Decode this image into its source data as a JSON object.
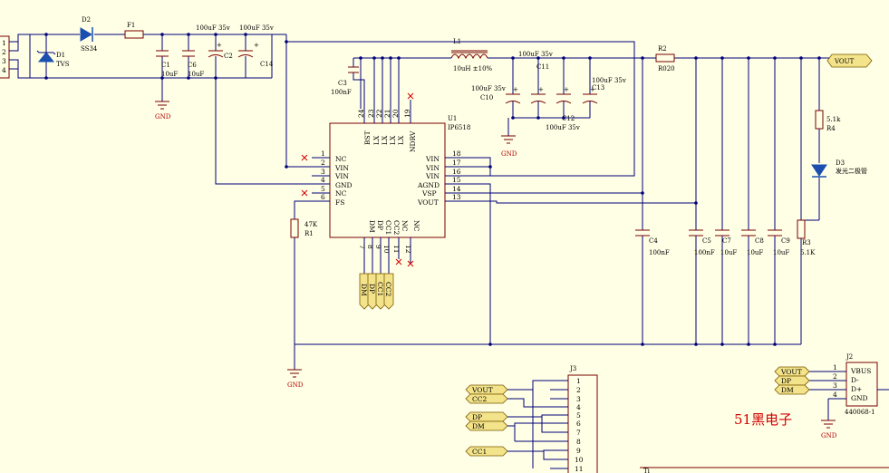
{
  "labels": {
    "d2": "D2",
    "d2_part": "SS34",
    "d1": "D1",
    "d1_part": "TVS",
    "f1": "F1",
    "c1": "C1",
    "c1_val": "10uF",
    "c6": "C6",
    "c6_val": "10uF",
    "c2": "C2",
    "c2_val": "100uF 35v",
    "c14": "C14",
    "c14_val": "100uF 35v",
    "gnd": "GND",
    "l1": "L1",
    "l1_val": "10uH ±10%",
    "c3": "C3",
    "c3_val": "100nF",
    "c10": "C10",
    "c10_val": "100uF 35v",
    "c11": "C11",
    "c11_val": "100uF 35v",
    "c12": "C12",
    "c12_val": "100uF 35v",
    "c13": "C13",
    "c13_val": "100uF 35v",
    "r2": "R2",
    "r2_val": "R020",
    "vout": "VOUT",
    "r4": "R4",
    "r4_val": "5.1k",
    "d3": "D3",
    "d3_val": "发光二极管",
    "u1": "U1",
    "u1_part": "IP6518",
    "r1": "R1",
    "r1_val": "47K",
    "c4": "C4",
    "c4_val": "100nF",
    "c5": "C5",
    "c5_val": "100nF",
    "c7": "C7",
    "c7_val": "10uF",
    "c8": "C8",
    "c8_val": "10uF",
    "c9": "C9",
    "c9_val": "10uF",
    "r3": "R3",
    "r3_val": "5.1K",
    "j3": "J3",
    "j2": "J2",
    "j2_part": "440068-1",
    "watermark": "51黑电子",
    "tb": "Ti"
  },
  "conn_pins": [
    "1",
    "2",
    "3",
    "4"
  ],
  "u1_left_pins": [
    {
      "num": "1",
      "name": "NC"
    },
    {
      "num": "2",
      "name": "VIN"
    },
    {
      "num": "3",
      "name": "VIN"
    },
    {
      "num": "4",
      "name": "GND"
    },
    {
      "num": "5",
      "name": "NC"
    },
    {
      "num": "6",
      "name": "FS"
    }
  ],
  "u1_right_pins": [
    {
      "num": "18",
      "name": "VIN"
    },
    {
      "num": "17",
      "name": "VIN"
    },
    {
      "num": "16",
      "name": "VIN"
    },
    {
      "num": "15",
      "name": "AGND"
    },
    {
      "num": "14",
      "name": "VSP"
    },
    {
      "num": "13",
      "name": "VOUT"
    }
  ],
  "u1_top_pins": [
    {
      "num": "24",
      "name": "BST"
    },
    {
      "num": "23",
      "name": "LX"
    },
    {
      "num": "22",
      "name": "LX"
    },
    {
      "num": "21",
      "name": "LX"
    },
    {
      "num": "20",
      "name": "LX"
    },
    {
      "num": "19",
      "name": "NDRV"
    }
  ],
  "u1_bottom_pins": [
    {
      "num": "7",
      "name": "DM"
    },
    {
      "num": "8",
      "name": "DP"
    },
    {
      "num": "9",
      "name": "CC1"
    },
    {
      "num": "10",
      "name": "CC2"
    },
    {
      "num": "11",
      "name": "NC"
    },
    {
      "num": "12",
      "name": "NC"
    }
  ],
  "u1_bottom_nets": [
    "DM",
    "DP",
    "CC1",
    "CC2"
  ],
  "j3_pins": [
    "1",
    "2",
    "3",
    "4",
    "5",
    "6",
    "7",
    "8",
    "9",
    "10",
    "11"
  ],
  "j3_nets": [
    "VOUT",
    "CC2",
    "DP",
    "DM",
    "CC1"
  ],
  "j2_pins": [
    {
      "num": "1",
      "name": "VBUS",
      "net": "VOUT"
    },
    {
      "num": "2",
      "name": "D-",
      "net": "DP"
    },
    {
      "num": "3",
      "name": "D+",
      "net": "DM"
    },
    {
      "num": "4",
      "name": "GND",
      "net": ""
    }
  ],
  "colors": {
    "background": "#ffffe6",
    "wire": "#00007a",
    "component": "#7a0000",
    "net_label": "#f3e38b",
    "watermark": "#d00000"
  }
}
